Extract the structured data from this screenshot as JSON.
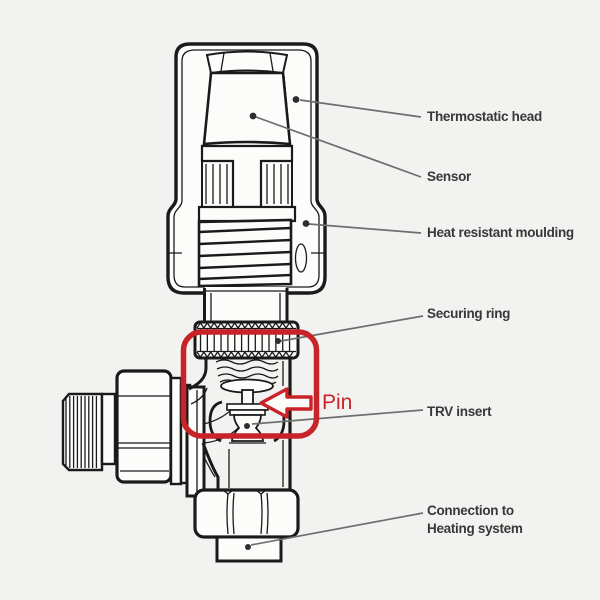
{
  "labels": {
    "thermostatic_head": "Thermostatic head",
    "sensor": "Sensor",
    "heat_resistant_moulding": "Heat resistant moulding",
    "securing_ring": "Securing ring",
    "pin": "Pin",
    "trv_insert": "TRV insert",
    "connection_line1": "Connection to",
    "connection_line2": "Heating system"
  },
  "colors": {
    "highlight_red": "#c9232a",
    "drawing_ink": "#1a1a1a",
    "leader_gray": "#6e6e6e",
    "label_text": "#383838",
    "background": "#f2f2f0"
  }
}
